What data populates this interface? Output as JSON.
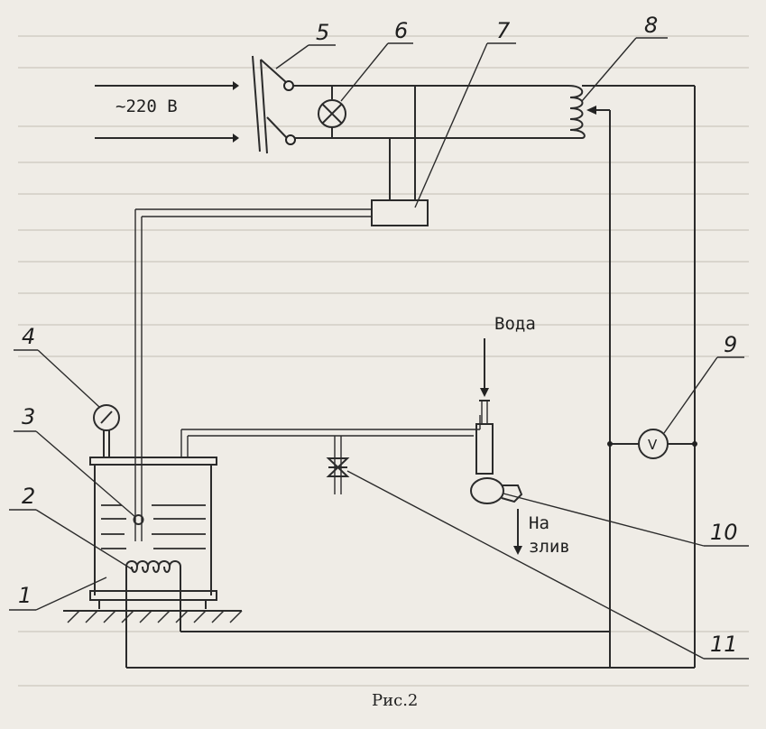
{
  "supply_label": "~220 B",
  "callouts": [
    "1",
    "2",
    "3",
    "4",
    "5",
    "6",
    "7",
    "8",
    "9",
    "10",
    "11"
  ],
  "water_in_label": "Вода",
  "drain_label_line1": "На",
  "drain_label_line2": "злив",
  "voltmeter_symbol": "V",
  "caption": "Рис.2"
}
